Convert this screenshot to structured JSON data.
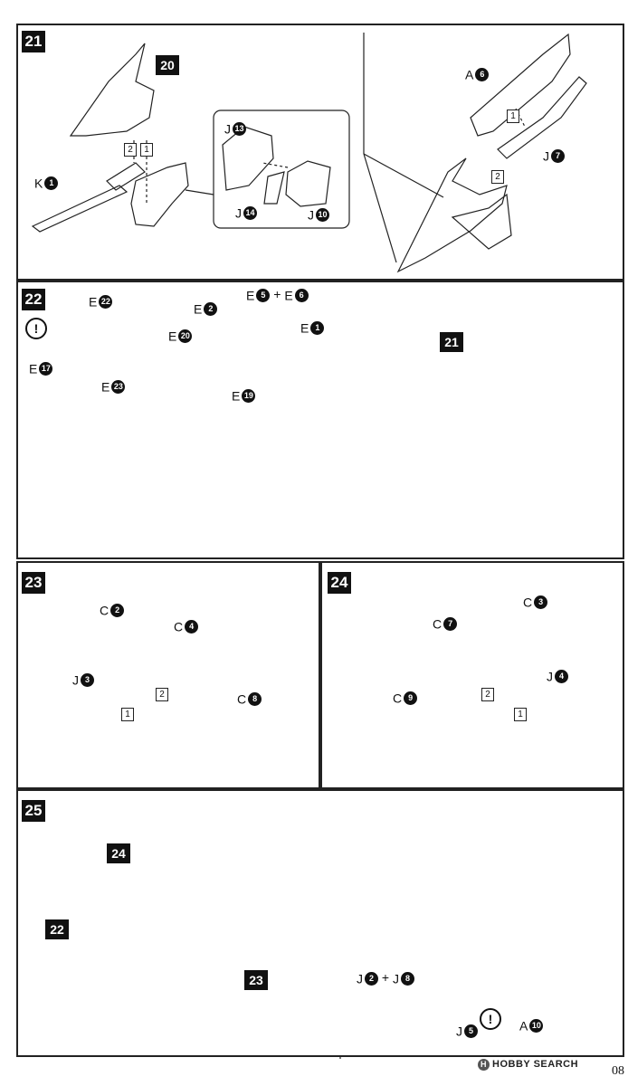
{
  "steps": {
    "s21": {
      "number": "21",
      "ref_20": "20",
      "k1": {
        "letter": "K",
        "num": "1"
      },
      "j13": {
        "letter": "J",
        "num": "13"
      },
      "j14": {
        "letter": "J",
        "num": "14"
      },
      "j10": {
        "letter": "J",
        "num": "10"
      },
      "a6": {
        "letter": "A",
        "num": "6"
      },
      "j7": {
        "letter": "J",
        "num": "7"
      },
      "order1": "1",
      "order2": "2",
      "order1b": "1",
      "order2b": "2"
    },
    "s22": {
      "number": "22",
      "ref_21": "21",
      "e22": {
        "letter": "E",
        "num": "22"
      },
      "e17": {
        "letter": "E",
        "num": "17"
      },
      "e23": {
        "letter": "E",
        "num": "23"
      },
      "e2": {
        "letter": "E",
        "num": "2"
      },
      "e5": {
        "letter": "E",
        "num": "5"
      },
      "plus": "+",
      "e6": {
        "letter": "E",
        "num": "6"
      },
      "e1": {
        "letter": "E",
        "num": "1"
      },
      "e20": {
        "letter": "E",
        "num": "20"
      },
      "e19": {
        "letter": "E",
        "num": "19"
      },
      "warn": "!"
    },
    "s23": {
      "number": "23",
      "c2": {
        "letter": "C",
        "num": "2"
      },
      "c4": {
        "letter": "C",
        "num": "4"
      },
      "j3": {
        "letter": "J",
        "num": "3"
      },
      "c8": {
        "letter": "C",
        "num": "8"
      },
      "order1": "1",
      "order2": "2"
    },
    "s24": {
      "number": "24",
      "c3": {
        "letter": "C",
        "num": "3"
      },
      "c7": {
        "letter": "C",
        "num": "7"
      },
      "j4": {
        "letter": "J",
        "num": "4"
      },
      "c9": {
        "letter": "C",
        "num": "9"
      },
      "order1": "1",
      "order2": "2"
    },
    "s25": {
      "number": "25",
      "ref_24": "24",
      "ref_22": "22",
      "ref_23": "23",
      "j2": {
        "letter": "J",
        "num": "2"
      },
      "plus": "+",
      "j8": {
        "letter": "J",
        "num": "8"
      },
      "j5": {
        "letter": "J",
        "num": "5"
      },
      "a10": {
        "letter": "A",
        "num": "10"
      },
      "warn": "!"
    }
  },
  "footer": {
    "logo_mark": "H",
    "logo_text": "HOBBY SEARCH",
    "page_number": "08"
  }
}
